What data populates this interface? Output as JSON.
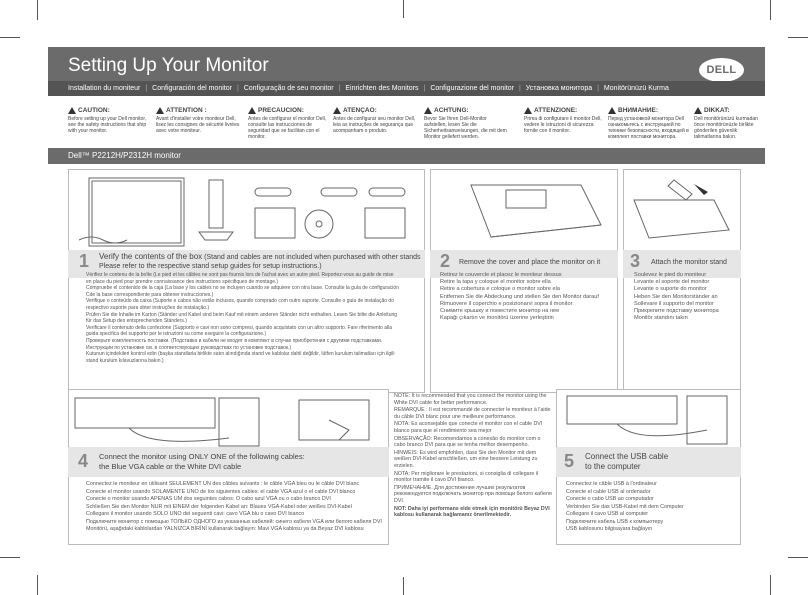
{
  "header": {
    "title": "Setting Up Your Monitor",
    "logo": "DELL",
    "languages": [
      "Installation du moniteur",
      "Configuración del monitor",
      "Configuração de seu monitor",
      "Einrichten des Monitors",
      "Configurazione del monitor",
      "Установка монитора",
      "Monitörünüzü Kurma"
    ]
  },
  "cautions": [
    {
      "label": "CAUTION:",
      "text": "Before setting up your Dell monitor, see the safety instructions that ship with your monitor."
    },
    {
      "label": "ATTENTION :",
      "text": "Avant d'installer votre moniteur Dell, lisez les consignes de sécurité livrées avec votre moniteur."
    },
    {
      "label": "PRECAUCIÓN:",
      "text": "Antes de configurar el monitor Dell, consulte las instrucciones de seguridad que se facilitan con el monitor."
    },
    {
      "label": "ATENÇÃO:",
      "text": "Antes de configurar seu monitor Dell, leia as instruções de segurança que acompanham o produto."
    },
    {
      "label": "ACHTUNG:",
      "text": "Bevor Sie Ihren Dell-Monitor aufstellen, lesen Sie die Sicherheitsanweisungen, die mit dem Monitor geliefert werden."
    },
    {
      "label": "ATTENZIONE:",
      "text": "Prima di configurare il monitor Dell, vedere le istruzioni di sicurezza fornite con il monitor."
    },
    {
      "label": "ВНИМАНИЕ:",
      "text": "Перед установкой монитора Dell ознакомьтесь с инструкцией по технике безопасности, входящей в комплект поставки монитора."
    },
    {
      "label": "DİKKAT:",
      "text": "Dell monitörünüzü kurmadan önce monitörünüzle birlikte gönderilen güvenlik talimatlarına bakın."
    }
  ],
  "model": "Dell™ P2212H/P2312H monitor",
  "step1": {
    "number": "1",
    "title_main": "Verify the contents of the box",
    "title_rest": " (Stand and cables are not included when purchased with other stands",
    "title_line2": "Please refer to the respective stand setup guides for setup instructions.)",
    "lines": [
      "Vérifiez le contenu de la boîte (Le pied et les câbles ne sont pas fournis lors de l'achat avec un autre pied. Reportez-vous au guide de mise",
      "en place du pied pour prendre connaissance des instructions spécifiques de montage.)",
      "Compruebe el contenido de la caja (La base y los cables no se incluyen cuando se adquiere con otra base. Consulte la guía de configuración",
      "Cde la base correspondiente para obtener instrucciones.)",
      "Verifique o conteúdo da caixa (Suporte e cabos não estão inclusos, quando comprado com outro suporte. Consulte o guia de instalação do",
      "respectivo suporte para obter instruções de instalação.)",
      "Prüfen Sie die Inhalte im Karton (Ständer und Kabel sind beim Kauf mit einem anderen Ständer nicht enthalten. Lesen Sie bitte die Anleitung",
      "für das Setup des entsprechenden Ständers.)",
      "Verificare il contenuto della confezione (Supporto e cavi non sono compresi, quando acquistato con un altro supporto. Fare riferimento alla",
      "guida specifica del supporto per le istruzioni su come eseguire la configurazione.)",
      "Проверьте комплектность поставки. (Подставка и кабели не входят в комплект в случае приобретения с другими подставками.",
      "Инструкции по установке см. в соответствующих руководствах по установке подставок.)",
      "Kutunun içindekileri kontrol edin (başka standlarla birlikte satın alındığında stand ve kablolar dahil değildir, lütfen kurulum talimatları için ilgili",
      "stand kurulum kılavuzlarına bakın.)"
    ]
  },
  "step2": {
    "number": "2",
    "title": "Remove the cover and place the monitor on it",
    "lines": [
      "Retirez le couvercle et placez le moniteur dessus",
      "Retire la tapa y coloque el monitor sobre ella",
      "Retire a cobertura e coloque o monitor sobre ela",
      "Entfernen Sie die Abdeckung und stellen Sie den Monitor darauf",
      "Rimuovere il coperchio e posizionarvi sopra il monitor",
      "Снимите крышку и поместите монитор на нее",
      "Kapağı çıkartın ve monitörü üzerine yerleştirin"
    ]
  },
  "step3": {
    "number": "3",
    "title": "Attach the monitor stand",
    "lines": [
      "Soulevez le pied du moniteur",
      "Levante el soporte del monitor",
      "Levante o suporte do monitor",
      "Heben Sie den Monitorständer an",
      "Sollevare il supporto del monitor",
      "Прикрепите подставку монитора",
      "Monitör standını takın"
    ]
  },
  "step4": {
    "number": "4",
    "title_line1": "Connect the monitor using ONLY ONE of the following cables:",
    "title_line2": "the Blue VGA cable or the White DVI cable",
    "lines": [
      "Connectez le moniteur en utilisant SEULEMENT UN des câbles suivants : le câble VGA bleu ou le câble DVI blanc",
      "Conecte el monitor usando SOLAMENTE UNO de los siguientes cables: el cable VGA azul o el cable DVI blanco",
      "Conecte o monitor usando APENAS UM dos seguintes cabos: O cabo azul VGA ou o cabo branco DVI",
      "Schließen Sie den Monitor NUR mit EINEM der folgenden Kabel an: Blaues VGA-Kabel oder weißes DVI-Kabel",
      "Collegare il monitor usando SOLO UNO dei seguenti cavi: cavo VGA blu o cavo DVI bianco",
      "Подключите монитор с помощью ТОЛЬКО ОДНОГО из указанных кабелей: синего кабеля VGA или белого кабеля DVI",
      "Monitörü, aşağıdaki kablolardan YALNIZCA BİRİNİ kullanarak bağlayın: Mavi VGA kablosu ya da Beyaz DVI kablosu"
    ]
  },
  "notes": [
    "NOTE: It is recommended that you connect the monitor using the White DVI cable for better performance.",
    "REMARQUE : Il est recommandé de connecter le moniteur à l'aide du câble DVI blanc pour une meilleure performance.",
    "NOTA: Es aconsejable que conecte el monitor con el cable DVI blanco para que el rendimiento sea mejor",
    "OBSERVAÇÃO: Recomendamos a conexão do monitor com o cabo branco DVI para que se tenha melhor desempenho.",
    "HINWEIS: Es wird empfohlen, dass Sie den Monitor mit dem weißen DVI-Kabel anschließen, um eine bessere Leistung zu erzielen.",
    "NOTA: Per migliorare le prestazioni, si consiglia di collegare il monitor tramite il cavo DVI bianco.",
    "ПРИМЕЧАНИЕ. Для достижения лучших результатов рекомендуется подключать монитор при помощи белого кабеля DVI.",
    "NOT: Daha iyi performans elde etmek için monitörü Beyaz DVI kablosu kullanarak bağlamanız önerilmektedir."
  ],
  "step5": {
    "number": "5",
    "title_line1": "Connect the USB cable",
    "title_line2": "to the computer",
    "lines": [
      "Connectez le câble USB à l'ordinateur",
      "Conecte el cable USB al ordenador",
      "Conecte o cabo USB ao computador",
      "Verbinden Sie das USB-Kabel mit dem Computer",
      "Collegare il cavo USB al computer",
      "Подключите кабель USB к компьютеру",
      "USB kablosunu bilgisayara bağlayın"
    ]
  }
}
